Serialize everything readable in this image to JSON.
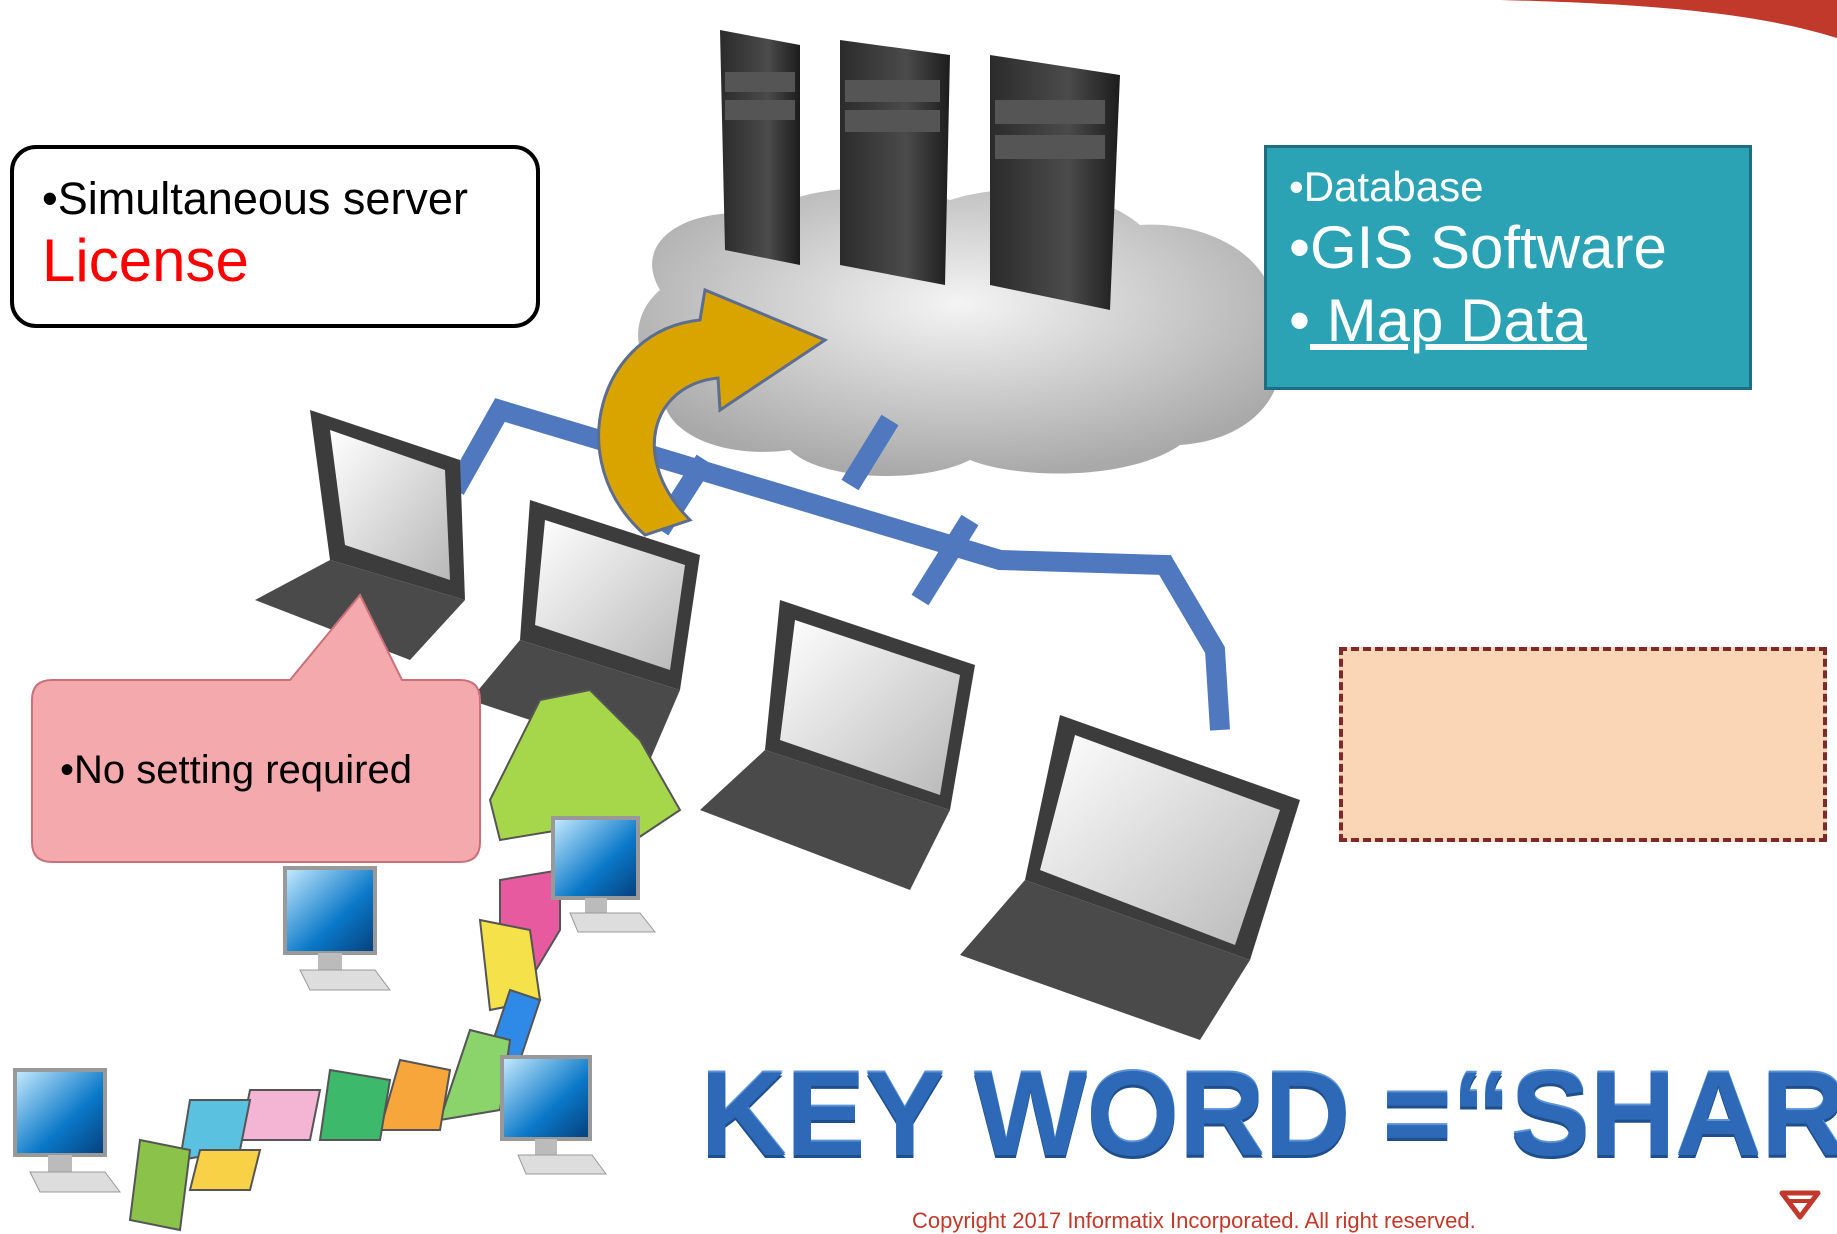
{
  "license_box": {
    "line1": "•Simultaneous server",
    "line2": "License"
  },
  "db_box": {
    "item1": "•Database",
    "item2": "•GIS Software",
    "item3_bullet": "•",
    "item3_text": " Map Data"
  },
  "callout": {
    "text": "•No setting required"
  },
  "keyword": "KEY WORD =“SHARING”",
  "copyright": "Copyright 2017 Informatix Incorporated. All right reserved.",
  "colors": {
    "license_text": "#ff0000",
    "db_box_fill": "#2ca3b5",
    "callout_fill": "#f4a9ad",
    "dashed_fill": "#fbd6b6",
    "keyword": "#2d69b6",
    "network_line": "#4f78be",
    "arrow": "#d9a400"
  },
  "icons": [
    "server-tower-icon",
    "cloud-icon",
    "laptop-icon",
    "desktop-monitor-icon",
    "japan-map",
    "curved-arrow-icon",
    "logo-icon"
  ]
}
